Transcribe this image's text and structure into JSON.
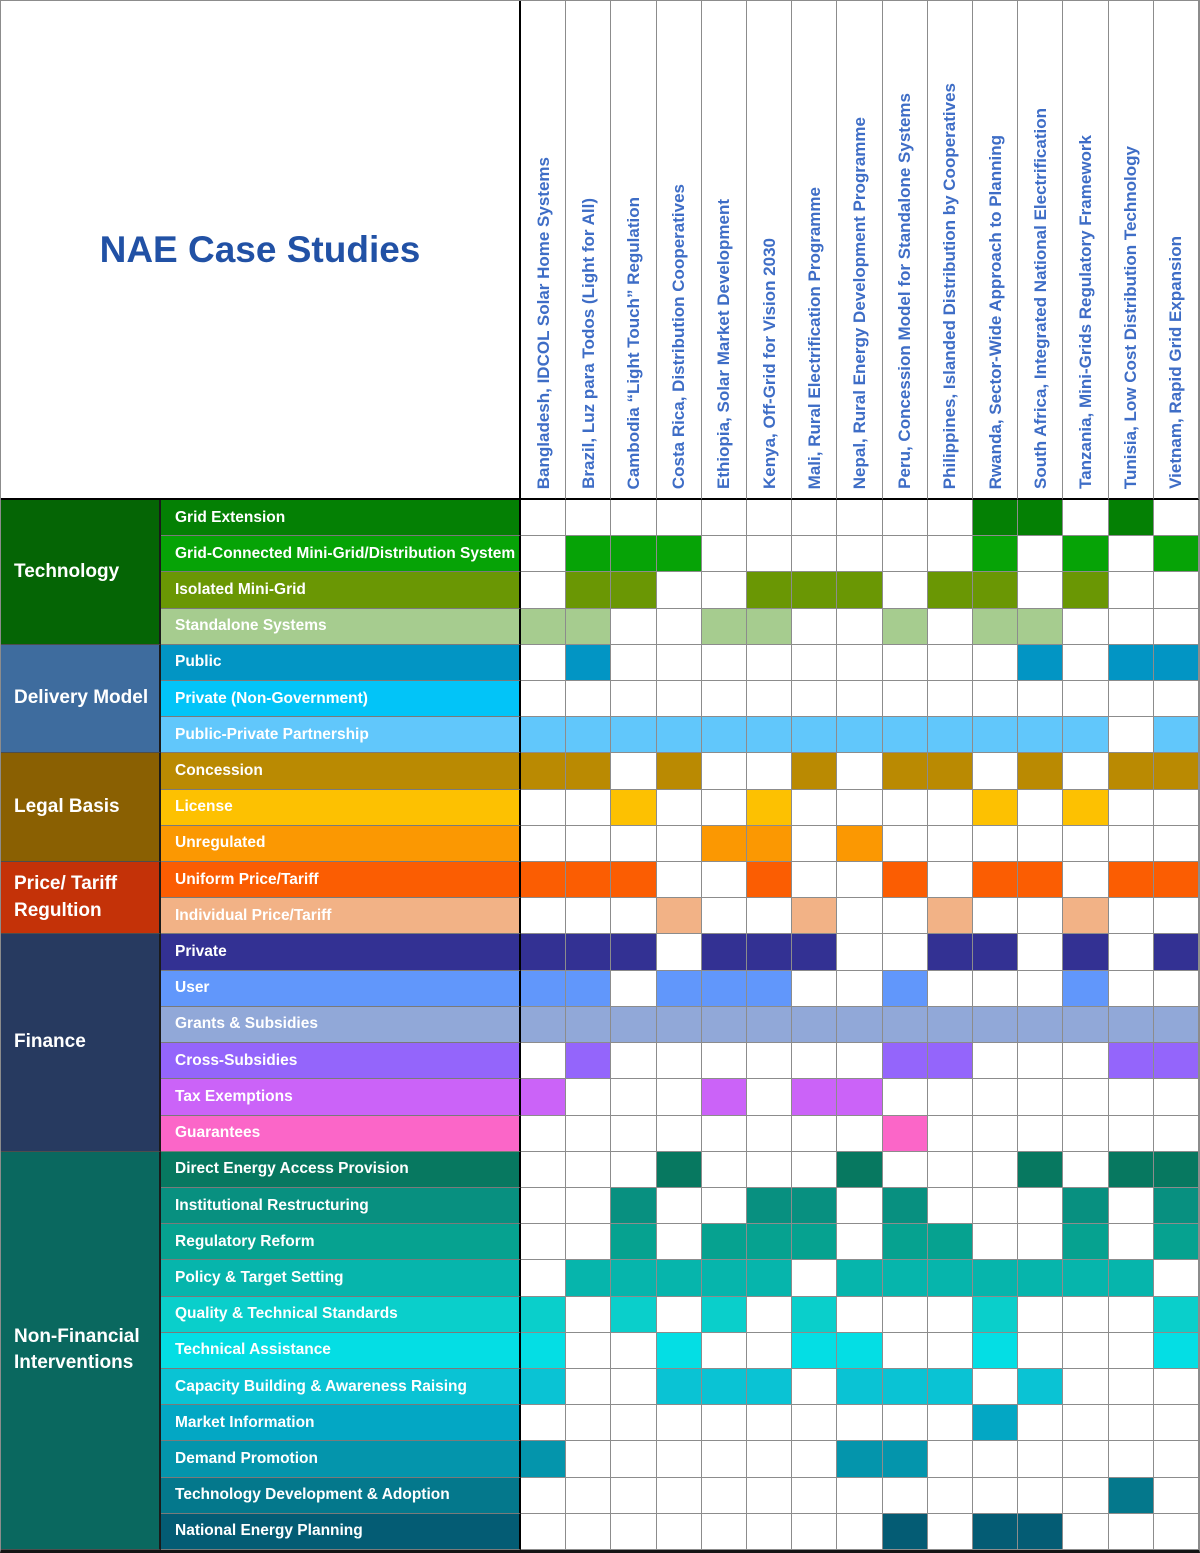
{
  "chart_data": {
    "type": "heatmap",
    "title": "NAE Case Studies",
    "title_color": "#2151A5",
    "col_header_color": "#3E6DC6",
    "legend_note": "filled cell = attribute applies to case study",
    "columns": [
      "Bangladesh, IDCOL Solar Home Systems",
      "Brazil, Luz para Todos (Light for All)",
      "Cambodia “Light Touch” Regulation",
      "Costa Rica, Distribution Cooperatives",
      "Ethiopia, Solar Market Development",
      "Kenya, Off-Grid for Vision 2030",
      "Mali, Rural Electrification Programme",
      "Nepal, Rural Energy Development Programme",
      "Peru, Concession Model for Standalone Systems",
      "Philippines, Islanded Distribution by Cooperatives",
      "Rwanda, Sector-Wide Approach to Planning",
      "South Africa, Integrated National Electrification",
      "Tanzania, Mini-Grids Regulatory Framework",
      "Tunisia, Low Cost Distribution Technology",
      "Vietnam, Rapid Grid Expansion"
    ],
    "groups": [
      {
        "label": "Technology",
        "color": "#056505",
        "rows": [
          {
            "label": "Grid Extension",
            "color": "#048004",
            "filled": [
              11,
              12,
              14
            ]
          },
          {
            "label": "Grid-Connected Mini-Grid/Distribution System",
            "color": "#06A306",
            "filled": [
              2,
              3,
              4,
              11,
              13,
              15
            ]
          },
          {
            "label": "Isolated Mini-Grid",
            "color": "#6A9704",
            "filled": [
              2,
              3,
              6,
              7,
              8,
              10,
              11,
              13
            ]
          },
          {
            "label": "Standalone Systems",
            "color": "#A6CC8F",
            "filled": [
              1,
              2,
              5,
              6,
              9,
              11,
              12
            ]
          }
        ]
      },
      {
        "label": "Delivery Model",
        "color": "#3E6C9E",
        "rows": [
          {
            "label": "Public",
            "color": "#0295C4",
            "filled": [
              2,
              12,
              14,
              15
            ]
          },
          {
            "label": "Private (Non-Government)",
            "color": "#02C4F8",
            "filled": []
          },
          {
            "label": "Public-Private Partnership",
            "color": "#61C7FB",
            "filled": [
              1,
              2,
              3,
              4,
              5,
              6,
              7,
              8,
              9,
              10,
              11,
              12,
              13,
              15
            ]
          }
        ]
      },
      {
        "label": "Legal Basis",
        "color": "#8A6002",
        "rows": [
          {
            "label": "Concession",
            "color": "#BA8A02",
            "filled": [
              1,
              2,
              4,
              7,
              9,
              10,
              12,
              14,
              15
            ]
          },
          {
            "label": "License",
            "color": "#FDC101",
            "filled": [
              3,
              6,
              11,
              13
            ]
          },
          {
            "label": "Unregulated",
            "color": "#FB9802",
            "filled": [
              5,
              6,
              8
            ]
          }
        ]
      },
      {
        "label": "Price/ Tariff Regultion",
        "color": "#C43208",
        "rows": [
          {
            "label": "Uniform Price/Tariff",
            "color": "#FB5D02",
            "filled": [
              1,
              2,
              3,
              6,
              9,
              11,
              12,
              14,
              15
            ]
          },
          {
            "label": "Individual Price/Tariff",
            "color": "#F2B286",
            "filled": [
              4,
              7,
              10,
              13
            ]
          }
        ]
      },
      {
        "label": "Finance",
        "color": "#273A60",
        "rows": [
          {
            "label": "Private",
            "color": "#333193",
            "filled": [
              1,
              2,
              3,
              5,
              6,
              7,
              10,
              11,
              13,
              15
            ]
          },
          {
            "label": "User",
            "color": "#6197FB",
            "filled": [
              1,
              2,
              4,
              5,
              6,
              9,
              13
            ]
          },
          {
            "label": "Grants & Subsidies",
            "color": "#91A8D8",
            "filled": [
              1,
              2,
              3,
              4,
              5,
              6,
              7,
              8,
              9,
              10,
              11,
              12,
              13,
              14,
              15
            ]
          },
          {
            "label": "Cross-Subsidies",
            "color": "#9465FB",
            "filled": [
              2,
              9,
              10,
              14,
              15
            ]
          },
          {
            "label": "Tax Exemptions",
            "color": "#CB63F8",
            "filled": [
              1,
              5,
              7,
              8
            ]
          },
          {
            "label": "Guarantees",
            "color": "#FB66C8",
            "filled": [
              9
            ]
          }
        ]
      },
      {
        "label": "Non-Financial Interventions",
        "color": "#0A685F",
        "rows": [
          {
            "label": "Direct Energy Access Provision",
            "color": "#077860",
            "filled": [
              4,
              8,
              12,
              14,
              15
            ]
          },
          {
            "label": "Institutional Restructuring",
            "color": "#089080",
            "filled": [
              3,
              6,
              7,
              9,
              13,
              15
            ]
          },
          {
            "label": "Regulatory Reform",
            "color": "#06A290",
            "filled": [
              3,
              5,
              6,
              7,
              9,
              10,
              13,
              15
            ]
          },
          {
            "label": "Policy & Target Setting",
            "color": "#06B5AC",
            "filled": [
              2,
              3,
              4,
              5,
              6,
              8,
              9,
              10,
              11,
              12,
              13,
              14
            ]
          },
          {
            "label": "Quality & Technical Standards",
            "color": "#0ACFCB",
            "filled": [
              1,
              3,
              5,
              7,
              11,
              15
            ]
          },
          {
            "label": "Technical Assistance",
            "color": "#04DEE4",
            "filled": [
              1,
              4,
              7,
              8,
              11,
              15
            ]
          },
          {
            "label": "Capacity Building & Awareness Raising",
            "color": "#0AC3D4",
            "filled": [
              1,
              4,
              5,
              6,
              8,
              9,
              10,
              12
            ]
          },
          {
            "label": "Market Information",
            "color": "#03A7C4",
            "filled": [
              11
            ]
          },
          {
            "label": "Demand Promotion",
            "color": "#0495AC",
            "filled": [
              1,
              8,
              9
            ]
          },
          {
            "label": "Technology Development & Adoption",
            "color": "#04788C",
            "filled": [
              14
            ]
          },
          {
            "label": "National Energy Planning",
            "color": "#045C74",
            "filled": [
              9,
              11,
              12
            ]
          }
        ]
      }
    ]
  }
}
